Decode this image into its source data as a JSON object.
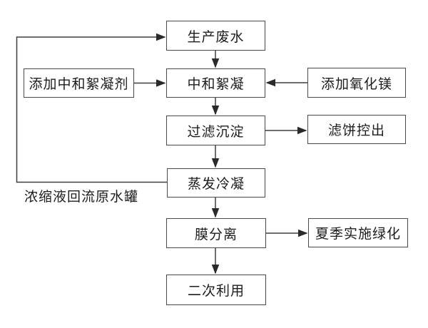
{
  "diagram": {
    "background": "#ffffff",
    "line_color": "#3f3f3f",
    "border_color": "#4a4a4a",
    "text_color": "#1c1c1c",
    "nodes": {
      "production": {
        "label": "生产废水"
      },
      "flocculant": {
        "label": "添加中和絮凝剂"
      },
      "neutralize": {
        "label": "中和絮凝"
      },
      "mgo": {
        "label": "添加氧化镁"
      },
      "filter": {
        "label": "过滤沉淀"
      },
      "cake": {
        "label": "滤饼控出"
      },
      "evap": {
        "label": "蒸发冷凝"
      },
      "membrane": {
        "label": "膜分离"
      },
      "greening": {
        "label": "夏季实施绿化"
      },
      "reuse": {
        "label": "二次利用"
      }
    },
    "edge_label": "浓缩液回流原水罐",
    "edges": [
      {
        "from": "生产废水",
        "to": "中和絮凝"
      },
      {
        "from": "添加中和絮凝剂",
        "to": "中和絮凝"
      },
      {
        "from": "添加氧化镁",
        "to": "中和絮凝"
      },
      {
        "from": "中和絮凝",
        "to": "过滤沉淀"
      },
      {
        "from": "过滤沉淀",
        "to": "滤饼控出"
      },
      {
        "from": "过滤沉淀",
        "to": "蒸发冷凝"
      },
      {
        "from": "蒸发冷凝",
        "to": "生产废水",
        "label": "浓缩液回流原水罐"
      },
      {
        "from": "蒸发冷凝",
        "to": "膜分离"
      },
      {
        "from": "膜分离",
        "to": "夏季实施绿化"
      },
      {
        "from": "膜分离",
        "to": "二次利用"
      }
    ]
  }
}
